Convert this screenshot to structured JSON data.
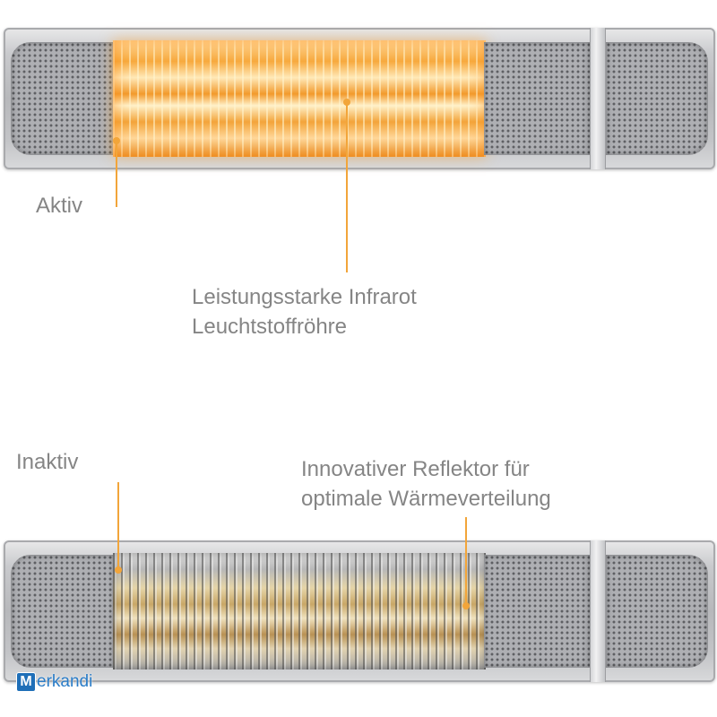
{
  "labels": {
    "active": "Aktiv",
    "infrared_tube_line1": "Leistungsstarke Infrarot",
    "infrared_tube_line2": "Leuchtstoffröhre",
    "inactive": "Inaktiv",
    "reflector_line1": "Innovativer Reflektor für",
    "reflector_line2": "optimale Wärmeverteilung"
  },
  "watermark": {
    "mark": "M",
    "text": "erkandi"
  },
  "colors": {
    "callout": "#f2a53a",
    "label_text": "#858585",
    "watermark": "#2a7cc7"
  }
}
